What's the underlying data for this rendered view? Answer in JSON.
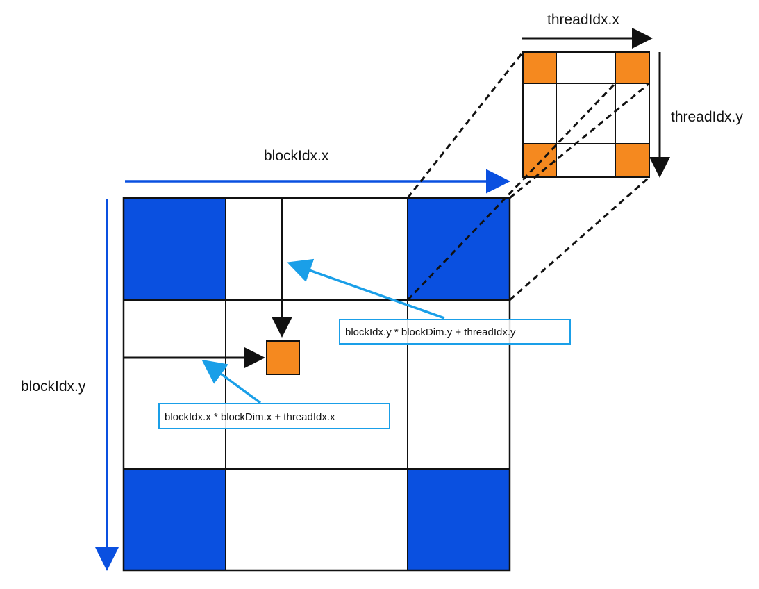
{
  "labels": {
    "thread_x": "threadIdx.x",
    "thread_y": "threadIdx.y",
    "block_x": "blockIdx.x",
    "block_y": "blockIdx.y",
    "formula_y": "blockIdx.y * blockDim.y + threadIdx.y",
    "formula_x": "blockIdx.x * blockDim.x + threadIdx.x"
  },
  "colors": {
    "block_blue": "#0a50e0",
    "axis_blue": "#0a50e0",
    "thread_orange": "#f5891f",
    "pointer_blue": "#1a9fe8",
    "line_black": "#111111"
  },
  "grid": {
    "block_rows": 3,
    "block_cols": 3,
    "highlighted_blocks": [
      "top-left",
      "top-right",
      "bottom-left",
      "bottom-right"
    ]
  },
  "thread_block": {
    "rows": 3,
    "cols": 3,
    "highlighted_threads": [
      "top-left",
      "top-right",
      "bottom-left",
      "bottom-right"
    ]
  }
}
